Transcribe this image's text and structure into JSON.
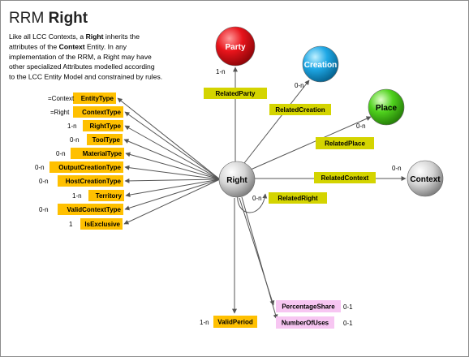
{
  "title": {
    "prefix": "RRM ",
    "bold": "Right"
  },
  "description": [
    [
      {
        "t": "Like all LCC Contexts, a "
      },
      {
        "t": "Right",
        "b": true
      },
      {
        "t": " inherits the"
      }
    ],
    [
      {
        "t": "attributes of the "
      },
      {
        "t": "Context",
        "b": true
      },
      {
        "t": " Entity. In any"
      }
    ],
    [
      {
        "t": "implementation of the RRM, a Right may have"
      }
    ],
    [
      {
        "t": "other specialized Attributes modelled according"
      }
    ],
    [
      {
        "t": "to the LCC Entity Model and constrained by rules."
      }
    ]
  ],
  "center": {
    "label": "Right"
  },
  "nodes": {
    "party": {
      "label": "Party",
      "color": "#e8141b",
      "text_color": "#ffffff"
    },
    "creation": {
      "label": "Creation",
      "color": "#1fa8e6",
      "text_color": "#ffffff"
    },
    "place": {
      "label": "Place",
      "color": "#4fd21d",
      "text_color": "#000000"
    },
    "context": {
      "label": "Context",
      "color": "#d9d9d9",
      "text_color": "#000000"
    }
  },
  "relations": {
    "party": {
      "label": "RelatedParty",
      "card": "1-n"
    },
    "creation": {
      "label": "RelatedCreation",
      "card": "0-n"
    },
    "place": {
      "label": "RelatedPlace",
      "card": "0-n"
    },
    "context": {
      "label": "RelatedContext",
      "card": "0-n"
    },
    "self": {
      "label": "RelatedRight",
      "card": "0-n"
    }
  },
  "attributes": [
    {
      "label": "EntityType",
      "card": "=Context"
    },
    {
      "label": "ContextType",
      "card": "=Right"
    },
    {
      "label": "RightType",
      "card": "1-n"
    },
    {
      "label": "ToolType",
      "card": "0-n"
    },
    {
      "label": "MaterialType",
      "card": "0-n"
    },
    {
      "label": "OutputCreationType",
      "card": "0-n"
    },
    {
      "label": "HostCreationType",
      "card": "0-n"
    },
    {
      "label": "Territory",
      "card": "1-n"
    },
    {
      "label": "ValidContextType",
      "card": "0-n"
    },
    {
      "label": "IsExclusive",
      "card": "1"
    }
  ],
  "valid_period": {
    "label": "ValidPeriod",
    "card": "1-n"
  },
  "pink_attributes": [
    {
      "label": "PercentageShare",
      "card": "0-1"
    },
    {
      "label": "NumberOfUses",
      "card": "0-1"
    }
  ],
  "colors": {
    "attribute_fill": "#ffc000",
    "relation_fill": "#d4d400",
    "pink_fill": "#f7c6f2",
    "center_fill": "#d0d0d0"
  }
}
